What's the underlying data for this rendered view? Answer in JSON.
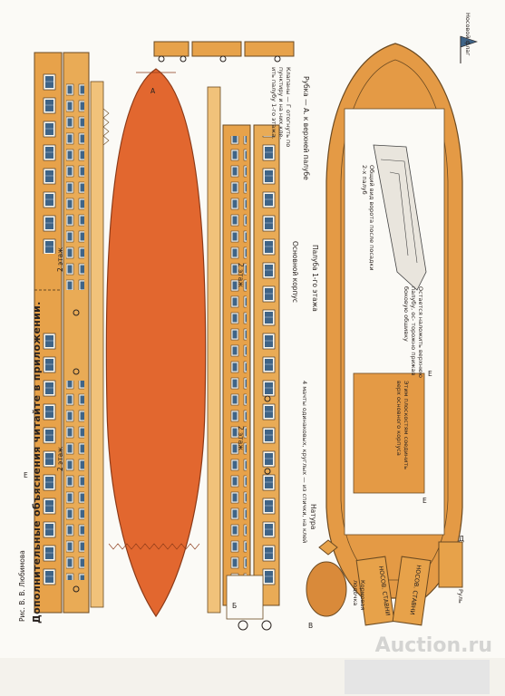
{
  "sheet": {
    "main_caption": "Дополнительные объяснения читайте в приложении.",
    "author": "Рис. В. В. Любимова",
    "watermark": "Auction.ru"
  },
  "labels": {
    "flag": "Носовой флаг",
    "ladder": "Рубка — А. к верхней палубе",
    "klapany": "Клапаны — Г отогнуть по пунктиру и на них кле- ить палубу 1-го этажа.",
    "deck1": "Палуба 1-го этажа",
    "main_hull": "Основной корпус",
    "general_view": "Общий вид ворота после посадки 2-х палуб",
    "remaining": "Остается наложить верхнюю палубу, ос- торожно прижав боковую обшивку",
    "glue_area": "Этим плоскостям соединить верх основного корпуса",
    "masts": "4 мачты одинаковых, круглых — из спички, на клей",
    "natura": "Натура",
    "rudder": "Руль",
    "stern_boat": "Кормовая лодочка",
    "bow_tag_1": "НОСОВ. СТАВНИ",
    "bow_tag_2": "НОСОВ. СТАВНИ",
    "floor_2a": "2 этаж",
    "floor_2b": "2 этаж",
    "floor_2c": "2 этаж",
    "floor_2d": "2 этаж",
    "mark_a": "А",
    "mark_b": "Б",
    "mark_v": "В",
    "mark_d": "Д",
    "mark_e1": "Е",
    "mark_e2": "Е",
    "mark_e3": "Е"
  },
  "colors": {
    "strip": "#e7a24a",
    "strip_dark": "#b8742a",
    "hull": "#e2672f",
    "window_blue": "#3f6487",
    "window_frame": "#fdf7ea",
    "deck": "#e49a45",
    "ink": "#2a2320"
  }
}
